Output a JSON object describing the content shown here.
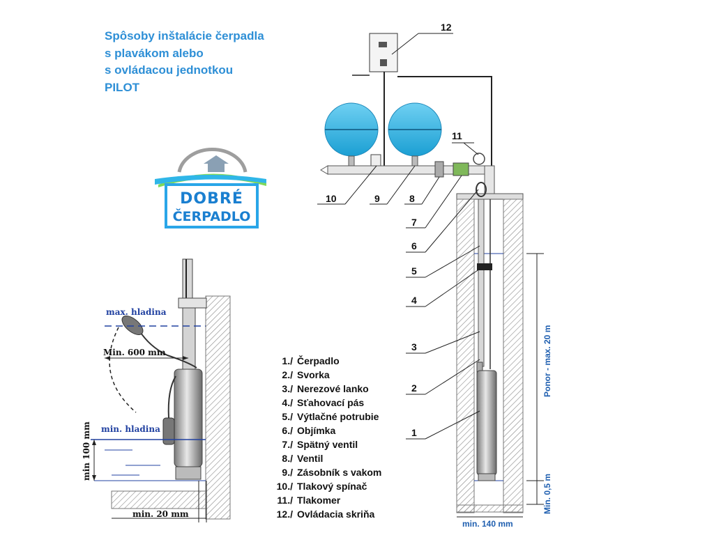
{
  "title": {
    "lines": [
      "Spôsoby inštalácie čerpadla",
      "s plavákom alebo",
      "s ovládacou jednotkou",
      "PILOT"
    ]
  },
  "logo": {
    "line1": "DOBRÉ",
    "line2": "ČERPADLO"
  },
  "left_diagram": {
    "max_level": "max. hladina",
    "min_level": "min. hladina",
    "min_600": "Min. 600 mm",
    "min_100": "min 100 mm",
    "min_20": "min.  20 mm"
  },
  "right_diagram": {
    "callouts": [
      "12",
      "11",
      "10",
      "9",
      "8",
      "7",
      "6",
      "5",
      "4",
      "3",
      "2",
      "1"
    ],
    "ponor": "Ponor - max. 20 m",
    "min_05": "Min. 0,5 m",
    "min_140": "min. 140 mm"
  },
  "legend": [
    {
      "num": "1./",
      "text": "Čerpadlo"
    },
    {
      "num": "2./",
      "text": "Svorka"
    },
    {
      "num": "3./",
      "text": "Nerezové lanko"
    },
    {
      "num": "4./",
      "text": "Sťahovací pás"
    },
    {
      "num": "5./",
      "text": "Výtlačné potrubie"
    },
    {
      "num": "6./",
      "text": "Objímka"
    },
    {
      "num": "7./",
      "text": "Spätný ventil"
    },
    {
      "num": "8./",
      "text": "Ventil"
    },
    {
      "num": "9./",
      "text": "Zásobník s vakom"
    },
    {
      "num": "10./",
      "text": "Tlakový spínač"
    },
    {
      "num": "11./",
      "text": "Tlakomer"
    },
    {
      "num": "12./",
      "text": "Ovládacia skriňa"
    }
  ],
  "colors": {
    "title": "#2e8fd6",
    "tank": "#39b7e3",
    "water": "#2040a0",
    "logo": "#1a7fd0"
  }
}
